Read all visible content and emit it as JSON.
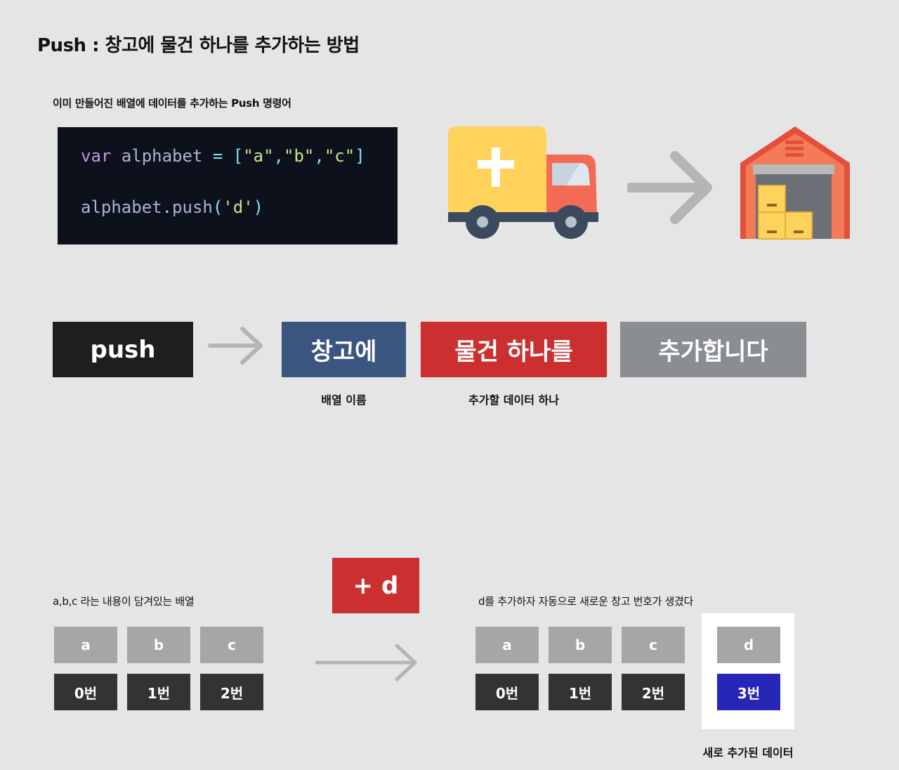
{
  "title": "Push : 창고에 물건 하나를 추가하는 방법",
  "subtitle": "이미 만들어진 배열에 데이터를 추가하는 Push 명령어",
  "code": {
    "line1": {
      "kw": "var",
      "ident": "alphabet",
      "eq": "=",
      "open": "[",
      "items": [
        "\"a\"",
        "\"b\"",
        "\"c\""
      ],
      "comma": ",",
      "close": "]"
    },
    "line2": {
      "obj": "alphabet",
      "dot": ".",
      "method": "push",
      "open": "(",
      "arg": "'d'",
      "close": ")"
    }
  },
  "icons": {
    "truck": "delivery-truck-plus-icon",
    "arrow": "arrow-right-icon",
    "warehouse": "warehouse-icon"
  },
  "flow": {
    "push": "push",
    "warehouse": "창고에",
    "item": "물건 하나를",
    "add": "추가합니다",
    "warehouse_label": "배열 이름",
    "item_label": "추가할 데이터 하나"
  },
  "colors": {
    "background": "#e5e5e5",
    "code_bg": "#0d111b",
    "push_box": "#1e1e1e",
    "warehouse_box": "#3a5580",
    "item_box": "#cc2f2f",
    "add_box": "#8a8d91",
    "new_index": "#2626b8",
    "arrow": "#b5b5b5"
  },
  "before": {
    "caption": "a,b,c 라는 내용이 담겨있는 배열",
    "values": [
      "a",
      "b",
      "c"
    ],
    "indices": [
      "0번",
      "1번",
      "2번"
    ]
  },
  "plus_d": "+ d",
  "after": {
    "caption": "d를 추가하자 자동으로 새로운 창고 번호가 생겼다",
    "values": [
      "a",
      "b",
      "c",
      "d"
    ],
    "indices": [
      "0번",
      "1번",
      "2번",
      "3번"
    ],
    "new_label": "새로 추가된 데이터"
  }
}
